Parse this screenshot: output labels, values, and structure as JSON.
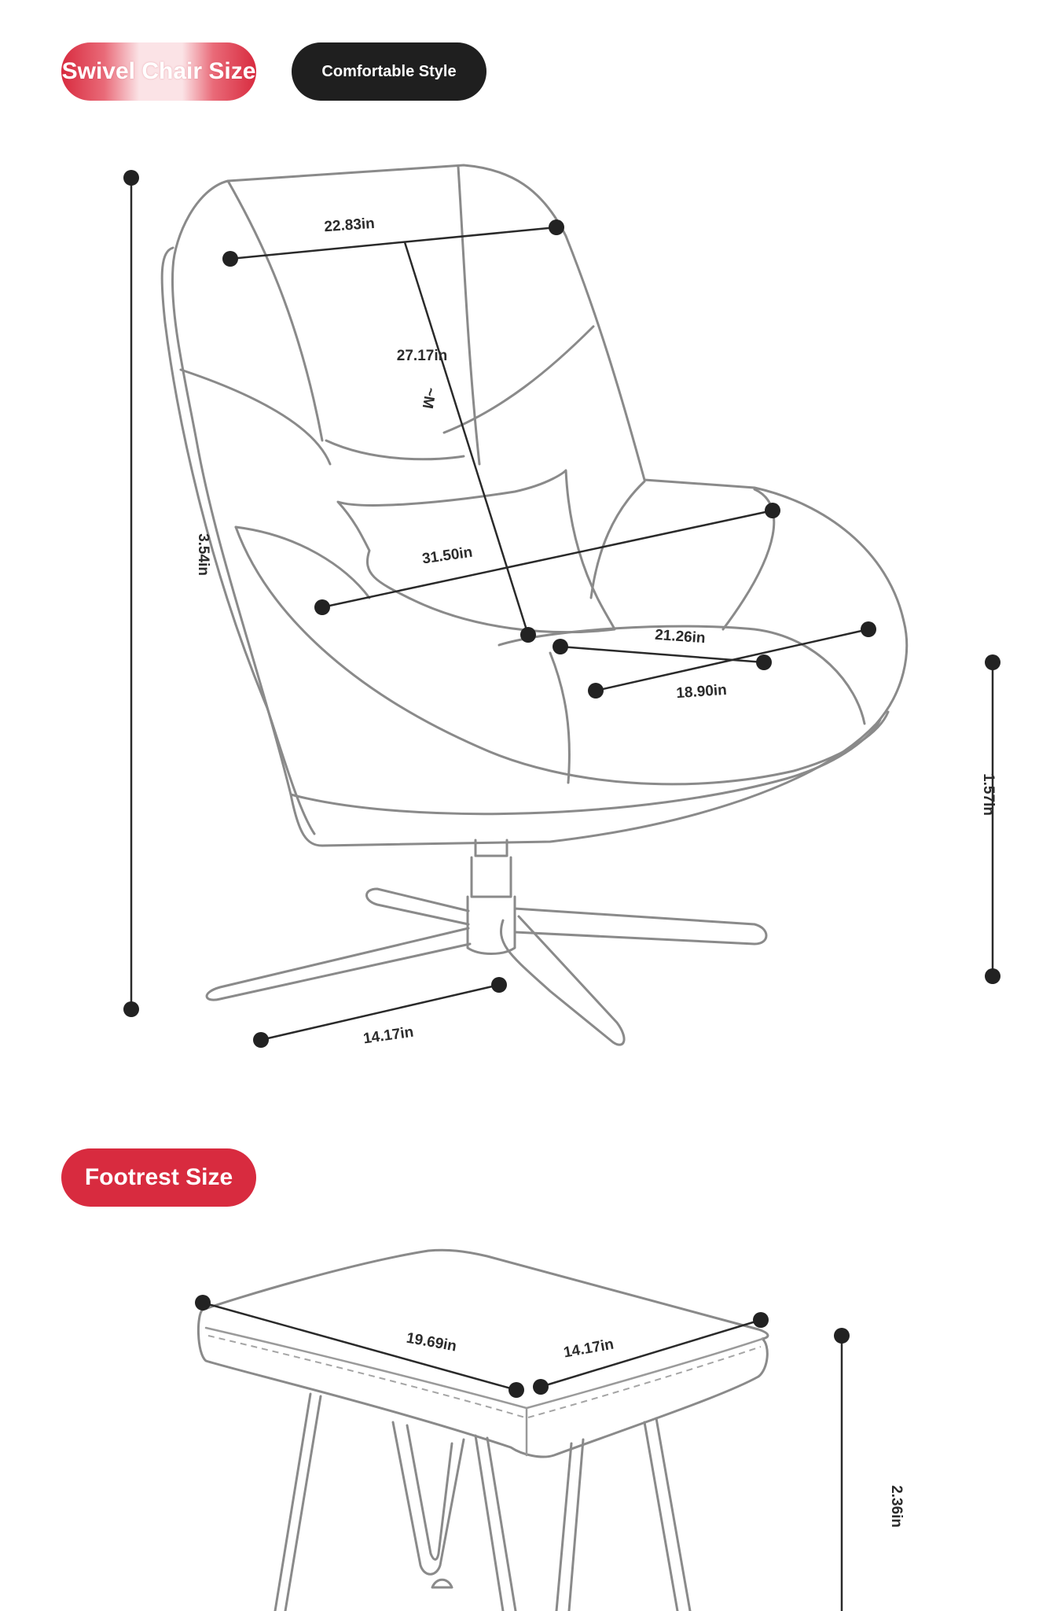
{
  "headers": {
    "chair_size": "Swivel Chair Size",
    "style": "Comfortable Style",
    "footrest_size": "Footrest Size"
  },
  "colors": {
    "accent_red": "#d82b3f",
    "dark_pill": "#1f1f1f",
    "outline": "#8a8a8a",
    "dimension": "#2a2a2a"
  },
  "chair": {
    "dimensions": {
      "back_width": "22.83in",
      "back_height": "27.17in",
      "seat_width": "31.50in",
      "seat_depth_rear": "21.26in",
      "seat_depth_front": "18.90in",
      "total_height": "3.54in",
      "seat_height": "1.57in",
      "base_leg": "14.17in"
    },
    "logo_mark": "~M"
  },
  "footrest": {
    "dimensions": {
      "length": "19.69in",
      "width": "14.17in",
      "height": "2.36in"
    }
  }
}
